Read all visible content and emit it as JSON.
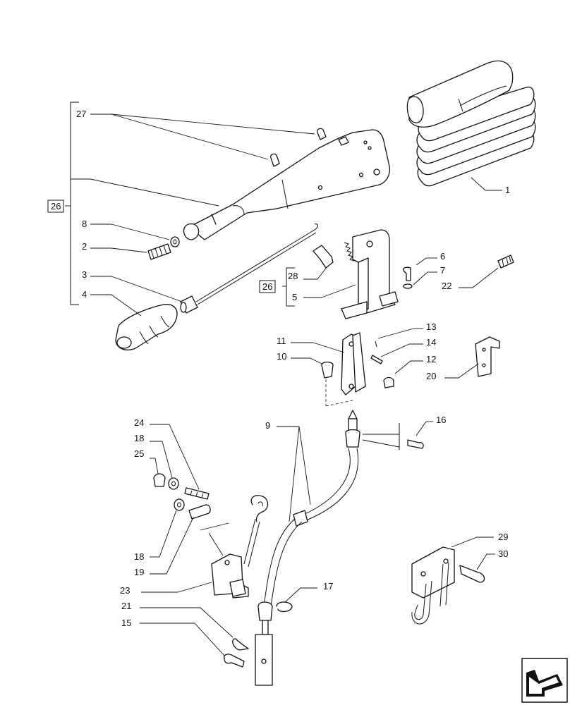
{
  "diagram": {
    "callouts": {
      "c1": "1",
      "c2": "2",
      "c3": "3",
      "c4": "4",
      "c5": "5",
      "c6": "6",
      "c7": "7",
      "c8": "8",
      "c9": "9",
      "c10": "10",
      "c11": "11",
      "c12": "12",
      "c13": "13",
      "c14": "14",
      "c15": "15",
      "c16": "16",
      "c17": "17",
      "c18a": "18",
      "c18b": "18",
      "c19": "19",
      "c20": "20",
      "c21": "21",
      "c22": "22",
      "c23": "23",
      "c24": "24",
      "c25": "25",
      "c26a": "26",
      "c26b": "26",
      "c27": "27",
      "c28": "28",
      "c29": "29",
      "c30": "30"
    },
    "nav_icon": "next-page-arrow-icon"
  }
}
